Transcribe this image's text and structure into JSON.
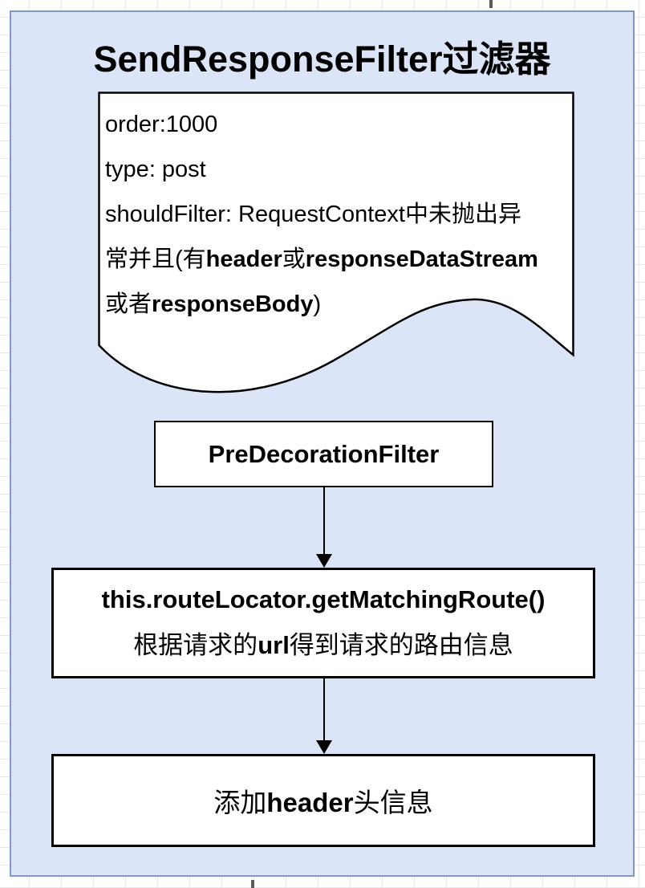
{
  "title": "SendResponseFilter过滤器",
  "document_note": {
    "lines": [
      [
        {
          "t": "order:1000",
          "b": false
        }
      ],
      [
        {
          "t": "type: post",
          "b": false
        }
      ],
      [
        {
          "t": "shouldFilter: RequestContext中未抛出异",
          "b": false
        }
      ],
      [
        {
          "t": "常并且(有",
          "b": false
        },
        {
          "t": "header",
          "b": true
        },
        {
          "t": "或",
          "b": false
        },
        {
          "t": "responseDataStream",
          "b": true
        }
      ],
      [
        {
          "t": "或者",
          "b": false
        },
        {
          "t": "responseBody",
          "b": true
        },
        {
          "t": ")",
          "b": false
        }
      ]
    ]
  },
  "flow": {
    "pre_decoration_label": "PreDecorationFilter",
    "route_locator": {
      "line1": "this.routeLocator.getMatchingRoute()",
      "line2_segments": [
        {
          "t": "根据请求的",
          "b": false
        },
        {
          "t": "url",
          "b": true
        },
        {
          "t": "得到请求的路由信息",
          "b": false
        }
      ]
    },
    "add_header_segments": [
      {
        "t": "添加",
        "b": false
      },
      {
        "t": "header",
        "b": true
      },
      {
        "t": "头信息",
        "b": false
      }
    ]
  },
  "colors": {
    "panel_bg": "#dbe5f7",
    "panel_border": "#7e99c6",
    "node_bg": "#ffffff",
    "node_border": "#000000",
    "grid_line": "#e7e7e7",
    "grid_line_dark": "#d6d6d6",
    "text": "#000000"
  }
}
